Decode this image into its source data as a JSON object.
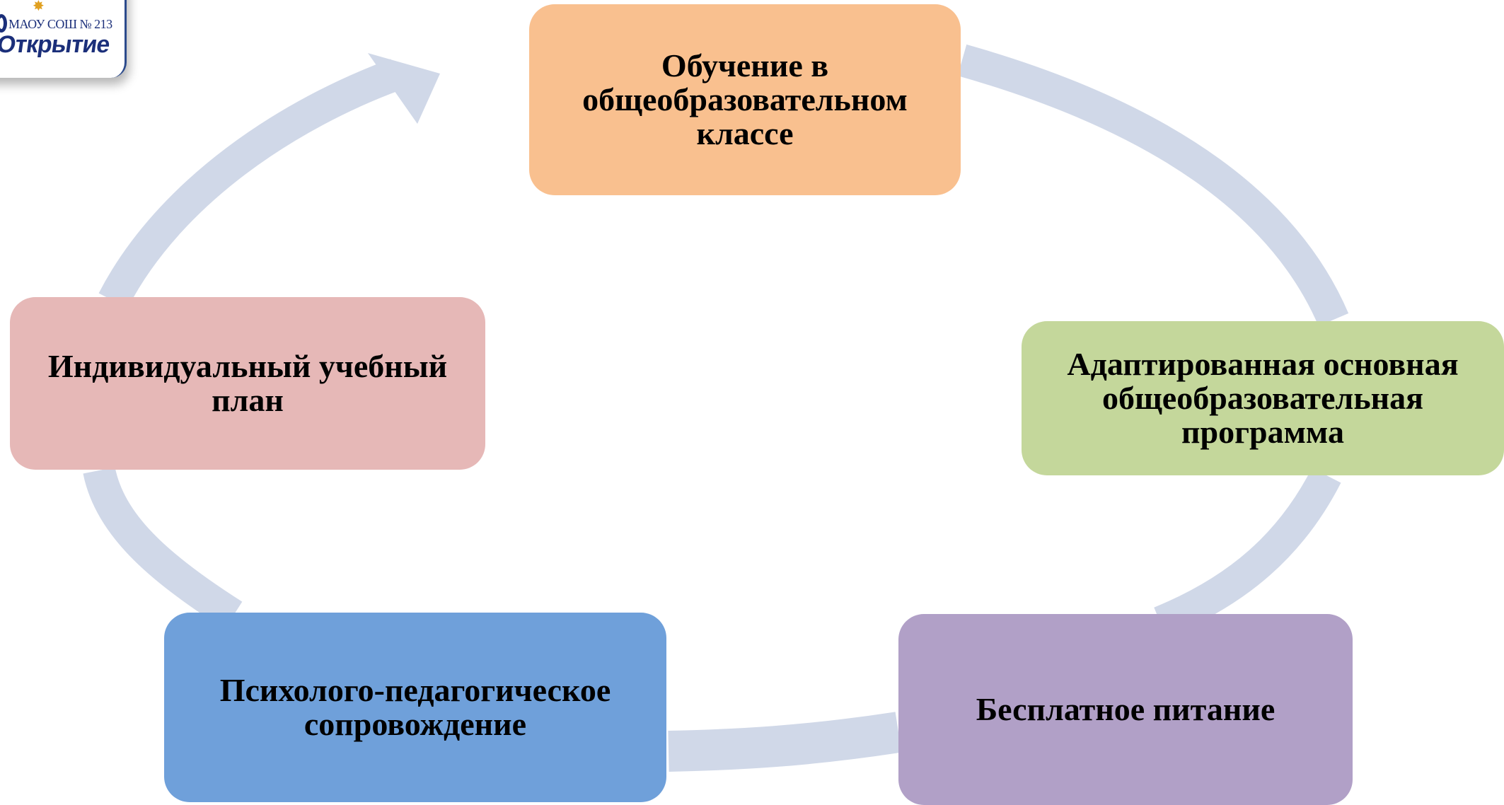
{
  "logo": {
    "school_text": "МАОУ СОШ № 213",
    "word_text": "Открытие"
  },
  "diagram": {
    "type": "cycle",
    "arrow_color": "#d0d8e8",
    "nodes": [
      {
        "id": "education",
        "label": "Обучение в общеобразовательном классе",
        "color": "#f9c08f"
      },
      {
        "id": "program",
        "label": "Адаптированная основная общеобразовательная программа",
        "color": "#c4d79b"
      },
      {
        "id": "meals",
        "label": "Бесплатное питание",
        "color": "#b1a0c7"
      },
      {
        "id": "support",
        "label": "Психолого-педагогическое сопровождение",
        "color": "#6fa0da"
      },
      {
        "id": "plan",
        "label": "Индивидуальный учебный план",
        "color": "#e6b8b7"
      }
    ]
  }
}
